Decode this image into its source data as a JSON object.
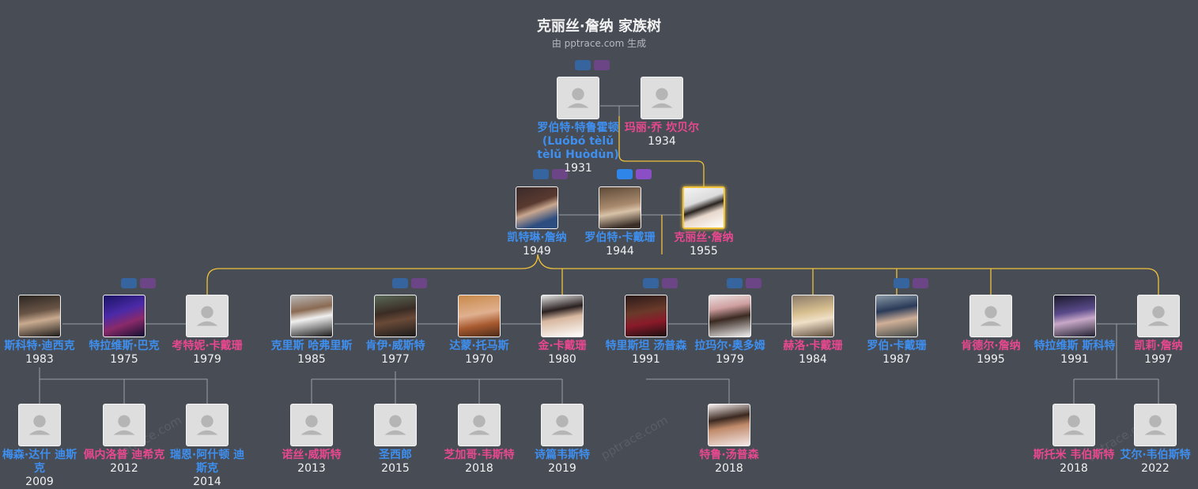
{
  "header": {
    "title": "克丽丝·詹纳 家族树",
    "subtitle": "由 pptrace.com 生成"
  },
  "watermark": "pptrace.com",
  "people": [
    {
      "id": "robert_h",
      "name": "罗伯特·特鲁霍顿 (Luóbó tèlǔ tèlǔ Huòdùn)",
      "year": "1931",
      "gender": "m",
      "photo": "avatar-placeholder-icon"
    },
    {
      "id": "mary",
      "name": "玛丽·乔 坎贝尔",
      "year": "1934",
      "gender": "f",
      "photo": "avatar-placeholder-icon"
    },
    {
      "id": "caitlyn",
      "name": "凯特琳·詹纳",
      "year": "1949",
      "gender": "m",
      "photo": "person-photo"
    },
    {
      "id": "robert_k",
      "name": "罗伯特·卡戴珊",
      "year": "1944",
      "gender": "m",
      "photo": "person-photo"
    },
    {
      "id": "kris",
      "name": "克丽丝·詹纳",
      "year": "1955",
      "gender": "f",
      "photo": "person-photo",
      "focus": true
    },
    {
      "id": "scott",
      "name": "斯科特·迪西克",
      "year": "1983",
      "gender": "m",
      "photo": "person-photo"
    },
    {
      "id": "travis_b",
      "name": "特拉维斯·巴克",
      "year": "1975",
      "gender": "m",
      "photo": "person-photo"
    },
    {
      "id": "kourtney",
      "name": "考特妮·卡戴珊",
      "year": "1979",
      "gender": "f",
      "photo": "avatar-placeholder-icon"
    },
    {
      "id": "kris_h",
      "name": "克里斯 哈弗里斯",
      "year": "1985",
      "gender": "m",
      "photo": "person-photo"
    },
    {
      "id": "kanye",
      "name": "肯伊·威斯特",
      "year": "1977",
      "gender": "m",
      "photo": "person-photo"
    },
    {
      "id": "damon",
      "name": "达蒙·托马斯",
      "year": "1970",
      "gender": "m",
      "photo": "person-photo"
    },
    {
      "id": "kim",
      "name": "金·卡戴珊",
      "year": "1980",
      "gender": "f",
      "photo": "person-photo"
    },
    {
      "id": "tristan",
      "name": "特里斯坦 汤普森",
      "year": "1991",
      "gender": "m",
      "photo": "person-photo"
    },
    {
      "id": "lamar",
      "name": "拉玛尔·奥多姆",
      "year": "1979",
      "gender": "m",
      "photo": "person-photo"
    },
    {
      "id": "khloe",
      "name": "赫洛·卡戴珊",
      "year": "1984",
      "gender": "f",
      "photo": "person-photo"
    },
    {
      "id": "rob",
      "name": "罗伯·卡戴珊",
      "year": "1987",
      "gender": "m",
      "photo": "person-photo"
    },
    {
      "id": "kendall",
      "name": "肯德尔·詹纳",
      "year": "1995",
      "gender": "f",
      "photo": "avatar-placeholder-icon"
    },
    {
      "id": "travis_s",
      "name": "特拉维斯 斯科特",
      "year": "1991",
      "gender": "m",
      "photo": "person-photo"
    },
    {
      "id": "kylie",
      "name": "凯莉·詹纳",
      "year": "1997",
      "gender": "f",
      "photo": "avatar-placeholder-icon"
    },
    {
      "id": "mason",
      "name": "梅森·达什 迪斯克",
      "year": "2009",
      "gender": "m",
      "photo": "avatar-placeholder-icon"
    },
    {
      "id": "penelope",
      "name": "佩内洛普 迪希克",
      "year": "2012",
      "gender": "f",
      "photo": "avatar-placeholder-icon"
    },
    {
      "id": "reign",
      "name": "瑞恩·阿什顿 迪斯克",
      "year": "2014",
      "gender": "m",
      "photo": "avatar-placeholder-icon"
    },
    {
      "id": "north",
      "name": "诺丝·威斯特",
      "year": "2013",
      "gender": "f",
      "photo": "avatar-placeholder-icon"
    },
    {
      "id": "saint",
      "name": "圣西郎",
      "year": "2015",
      "gender": "m",
      "photo": "avatar-placeholder-icon"
    },
    {
      "id": "chicago",
      "name": "芝加哥·韦斯特",
      "year": "2018",
      "gender": "f",
      "photo": "avatar-placeholder-icon"
    },
    {
      "id": "psalm",
      "name": "诗篇韦斯特",
      "year": "2019",
      "gender": "m",
      "photo": "avatar-placeholder-icon"
    },
    {
      "id": "true",
      "name": "特鲁·汤普森",
      "year": "2018",
      "gender": "f",
      "photo": "person-photo"
    },
    {
      "id": "stormi",
      "name": "斯托米 韦伯斯特",
      "year": "2018",
      "gender": "f",
      "photo": "avatar-placeholder-icon"
    },
    {
      "id": "aire",
      "name": "艾尔·韦伯斯特",
      "year": "2022",
      "gender": "m",
      "photo": "avatar-placeholder-icon"
    }
  ],
  "colors": {
    "background": "#474c55",
    "male": "#3e8ff0",
    "female": "#e8488f",
    "lineage": "#f0c23a",
    "link": "#9aa0a8"
  }
}
